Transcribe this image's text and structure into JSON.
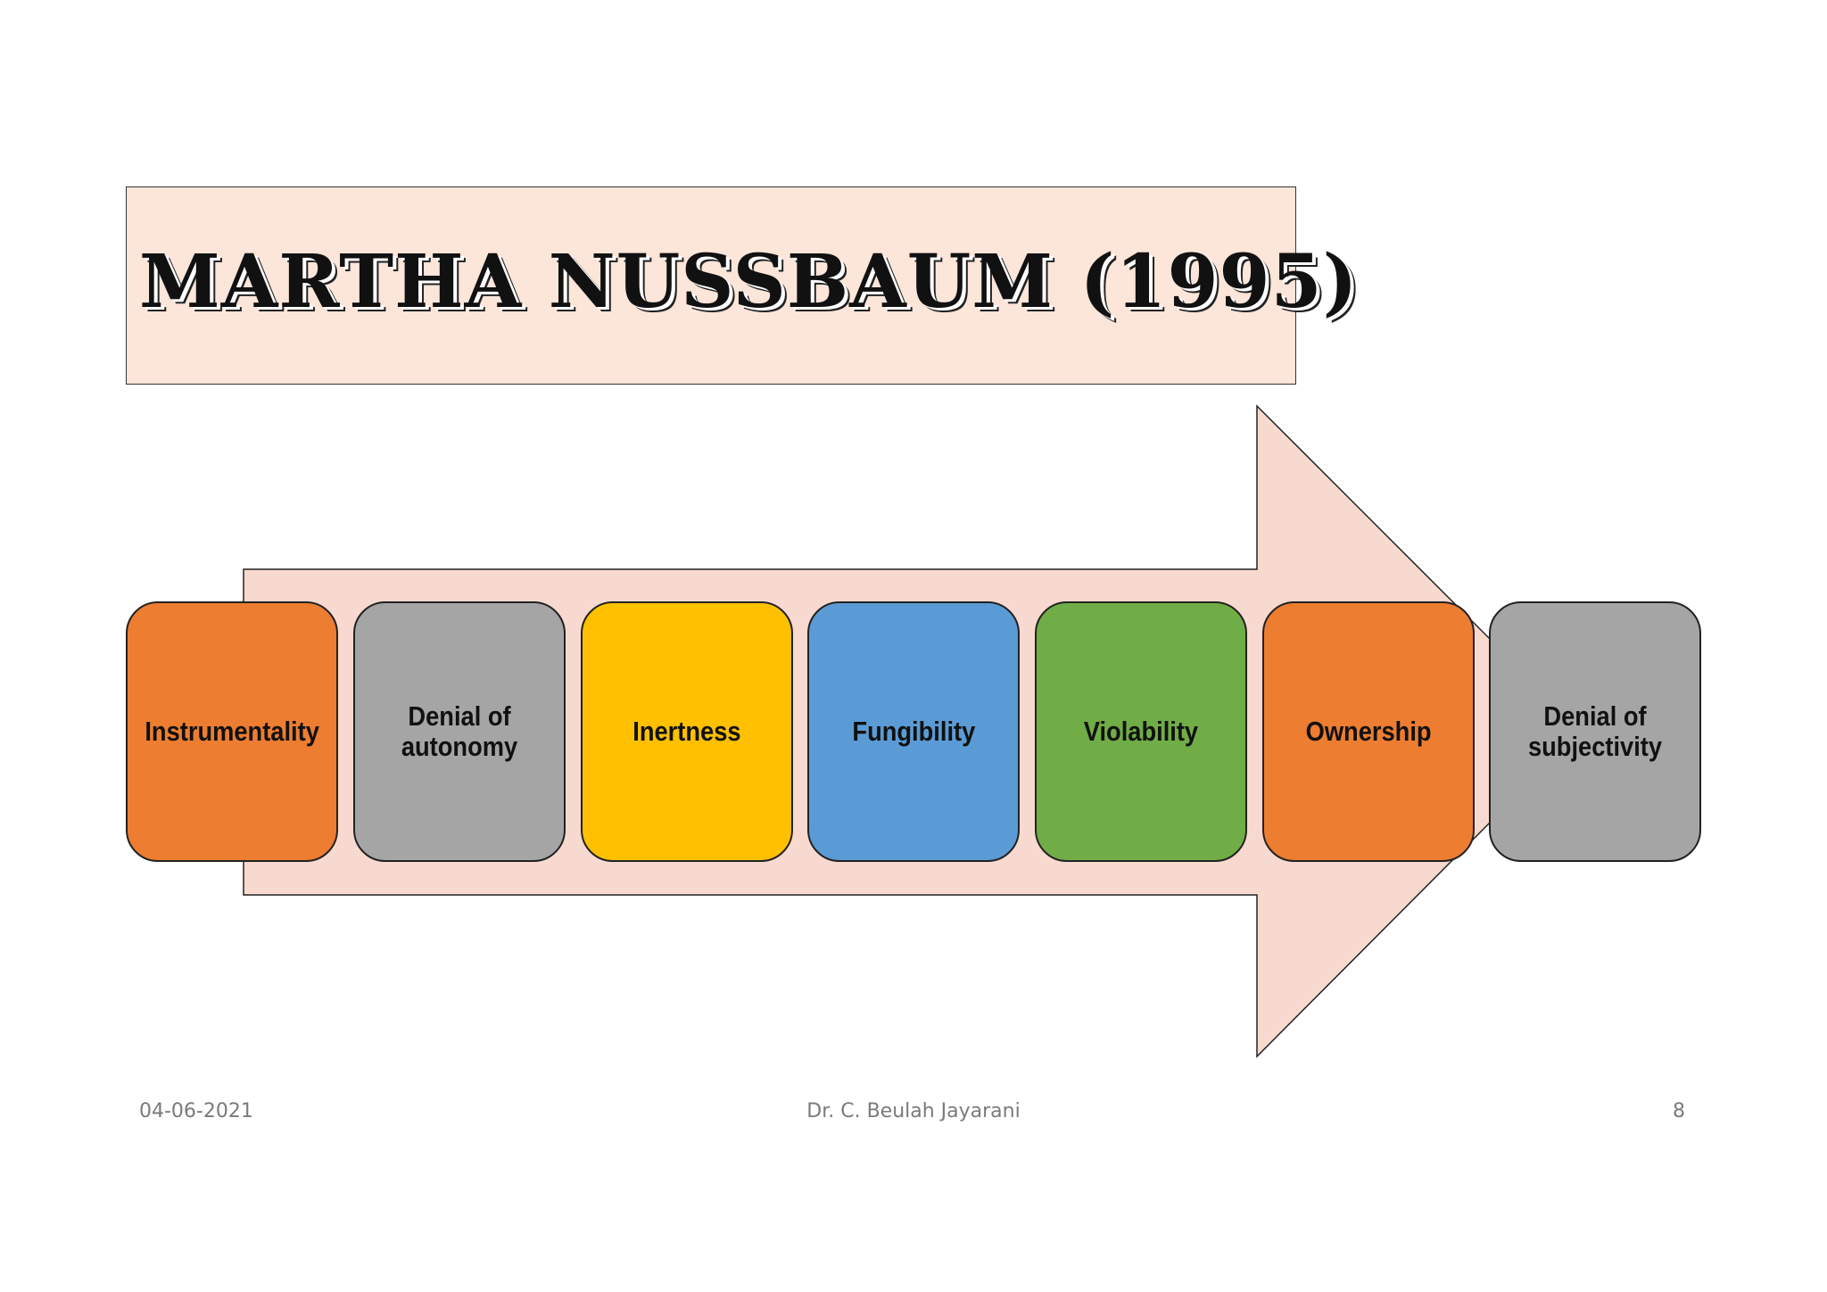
{
  "title": "MARTHA NUSSBAUM  (1995)",
  "colors": {
    "title_box_fill": "#fce5d9",
    "arrow_fill": "#f8d9cf",
    "orange": "#ed7d31",
    "gray": "#a5a5a5",
    "yellow": "#ffc000",
    "blue": "#5b9bd5",
    "green": "#70ad47"
  },
  "steps": [
    {
      "label": "Instrumentality",
      "color": "#ed7d31"
    },
    {
      "label": "Denial of autonomy",
      "color": "#a5a5a5"
    },
    {
      "label": "Inertness",
      "color": "#ffc000"
    },
    {
      "label": "Fungibility",
      "color": "#5b9bd5"
    },
    {
      "label": "Violability",
      "color": "#70ad47"
    },
    {
      "label": "Ownership",
      "color": "#ed7d31"
    },
    {
      "label": "Denial of subjectivity",
      "color": "#a5a5a5"
    }
  ],
  "footer": {
    "date": "04-06-2021",
    "author": "Dr. C. Beulah Jayarani",
    "page": "8"
  }
}
